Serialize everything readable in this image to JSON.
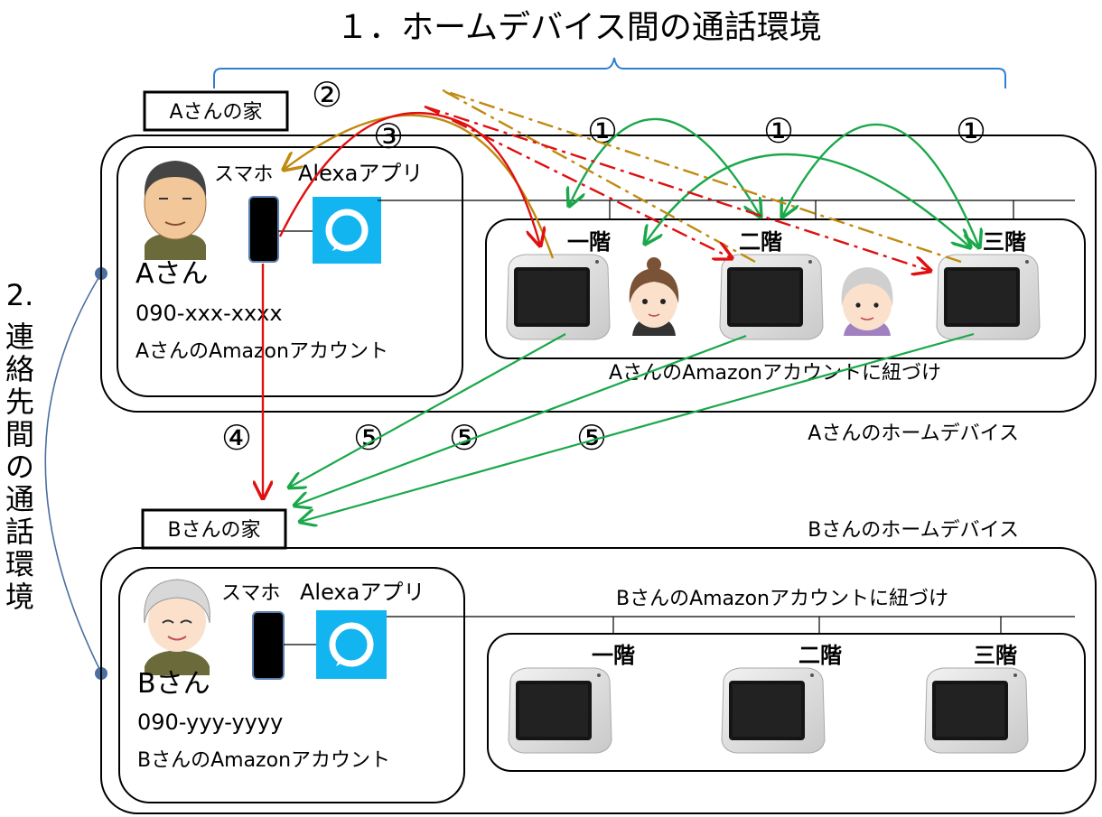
{
  "title": "１．ホームデバイス間の通話環境",
  "side_label": {
    "num": "2.",
    "chars": [
      "連",
      "絡",
      "先",
      "間",
      "の",
      "通",
      "話",
      "環",
      "境"
    ]
  },
  "house_a": {
    "label": "Aさんの家",
    "phone_label": "スマホ",
    "app_label": "Alexaアプリ",
    "person_name": "Aさん",
    "phone_number": "090-xxx-xxxx",
    "account": "AさんのAmazonアカウント",
    "linked_label": "AさんのAmazonアカウントに紐づけ",
    "devices_caption": "Aさんのホームデバイス",
    "floors": [
      "一階",
      "二階",
      "三階"
    ]
  },
  "house_b": {
    "label": "Bさんの家",
    "phone_label": "スマホ",
    "app_label": "Alexaアプリ",
    "person_name": "Bさん",
    "phone_number": "090-yyy-yyyy",
    "account": "BさんのAmazonアカウント",
    "linked_label": "BさんのAmazonアカウントに紐づけ",
    "devices_caption": "Bさんのホームデバイス",
    "floors": [
      "一階",
      "二階",
      "三階"
    ]
  },
  "step_markers": {
    "s1": "①",
    "s2": "②",
    "s3": "③",
    "s4": "④",
    "s5": "⑤"
  },
  "colors": {
    "green": "#1aa84a",
    "red": "#e01010",
    "gold": "#c08a10",
    "blue_brace": "#2f7fd0",
    "alexa_bg": "#12b5f0",
    "bullet": "#4a6fa0"
  },
  "icons": [
    "person-a-icon",
    "person-b-icon",
    "woman-icon",
    "grandma-icon",
    "smartphone-icon",
    "alexa-app-icon",
    "echo-show-icon"
  ]
}
